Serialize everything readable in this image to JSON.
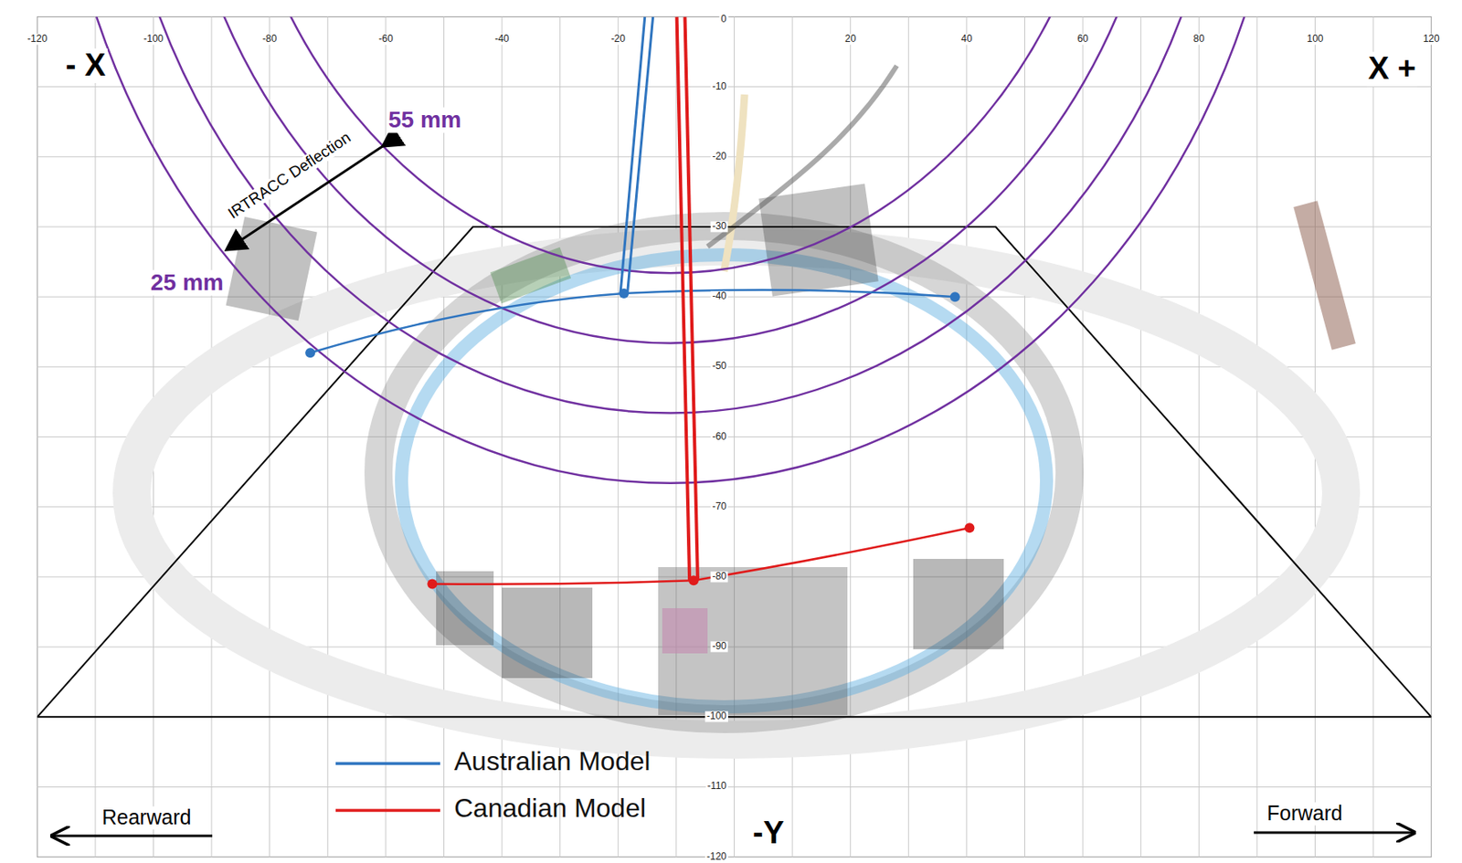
{
  "diagram": {
    "labels": [
      "-120",
      "-100",
      "-80",
      "-60",
      "-40",
      "-20",
      "20",
      "40",
      "60",
      "80",
      "100",
      "120",
      "0",
      "-10",
      "-20",
      "-30",
      "-40",
      "-50",
      "-60",
      "-70",
      "-80",
      "-90",
      "-100",
      "-110",
      "-120",
      "- X",
      "X +",
      "-Y",
      "55 mm",
      "25 mm",
      "IRTRACC Deflection",
      "Rearward",
      "Forward"
    ],
    "legend": [
      {
        "text": "Australian Model"
      },
      {
        "text": "Canadian Model"
      }
    ]
  }
}
